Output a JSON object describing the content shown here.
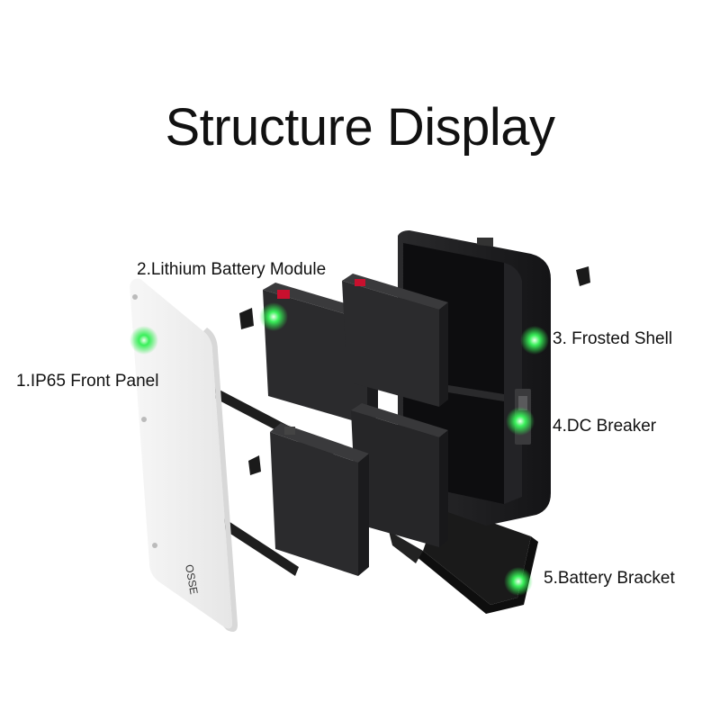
{
  "title": "Structure Display",
  "components": [
    {
      "number": "1",
      "label": "1.IP65 Front Panel"
    },
    {
      "number": "2",
      "label": "2.Lithium Battery Module"
    },
    {
      "number": "3",
      "label": "3. Frosted Shell"
    },
    {
      "number": "4",
      "label": "4.DC Breaker"
    },
    {
      "number": "5",
      "label": "5.Battery Bracket"
    }
  ],
  "panel_logo_text": "OSSE",
  "colors": {
    "marker": "#2ee84a",
    "shell": "#1c1c1e",
    "panel": "#f3f3f3",
    "terminal": "#c8102e"
  }
}
